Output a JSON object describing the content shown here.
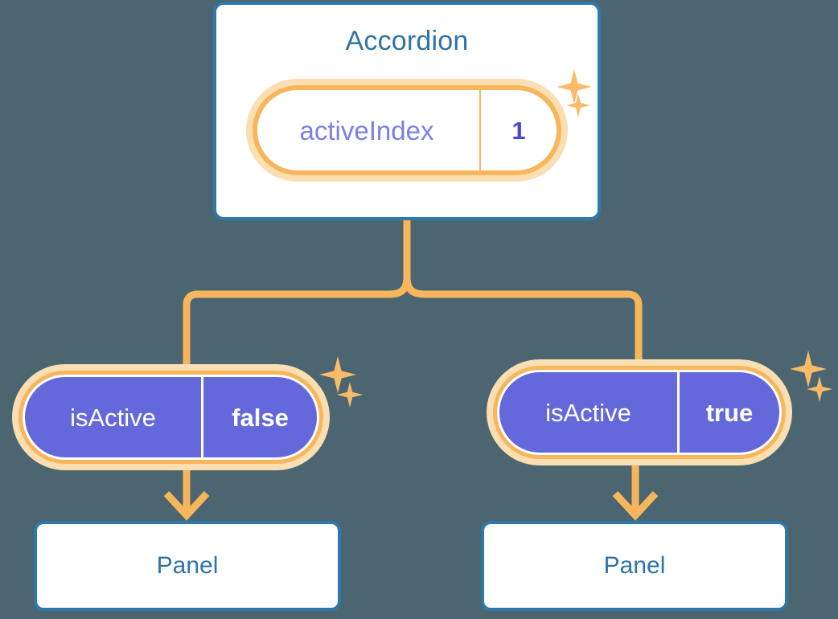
{
  "diagram": {
    "type": "component-state-tree",
    "background_color": "#4c6671",
    "accent_color": "#f8b65c",
    "halo_color": "#fbdfb2",
    "card_border_color": "#2f78aa",
    "card_title_color": "#2f74a4",
    "pill_purple_color": "#6568db",
    "key_text_color": "#7b80e2",
    "value_text_color": "#4b47d6"
  },
  "root": {
    "title": "Accordion",
    "state": {
      "key": "activeIndex",
      "value": "1"
    },
    "sparkles": [
      "sparkle-large-icon",
      "sparkle-small-icon"
    ]
  },
  "branches": [
    {
      "id": "left",
      "prop": {
        "key": "isActive",
        "value": "false"
      },
      "panel": {
        "title": "Panel"
      },
      "sparkles": [
        "sparkle-large-icon",
        "sparkle-small-icon"
      ],
      "arrow": "arrow-down-icon"
    },
    {
      "id": "right",
      "prop": {
        "key": "isActive",
        "value": "true"
      },
      "panel": {
        "title": "Panel"
      },
      "sparkles": [
        "sparkle-large-icon",
        "sparkle-small-icon"
      ],
      "arrow": "arrow-down-icon"
    }
  ]
}
